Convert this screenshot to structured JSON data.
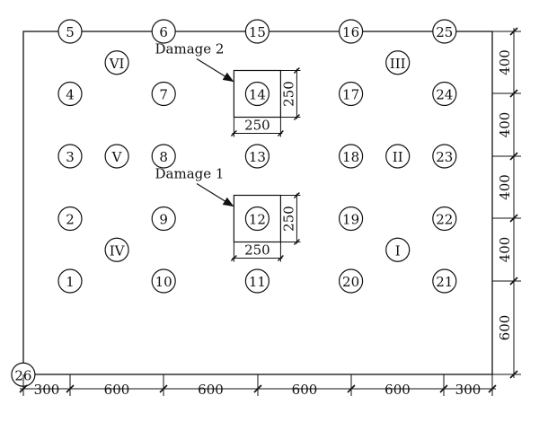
{
  "sensors": [
    {
      "label": "1",
      "col": 0,
      "row": 4
    },
    {
      "label": "2",
      "col": 0,
      "row": 3
    },
    {
      "label": "3",
      "col": 0,
      "row": 2
    },
    {
      "label": "4",
      "col": 0,
      "row": 1
    },
    {
      "label": "5",
      "col": 0,
      "row": 0
    },
    {
      "label": "6",
      "col": 1,
      "row": 0
    },
    {
      "label": "7",
      "col": 1,
      "row": 1
    },
    {
      "label": "8",
      "col": 1,
      "row": 2
    },
    {
      "label": "9",
      "col": 1,
      "row": 3
    },
    {
      "label": "10",
      "col": 1,
      "row": 4
    },
    {
      "label": "11",
      "col": 2,
      "row": 4
    },
    {
      "label": "12",
      "col": 2,
      "row": 3
    },
    {
      "label": "13",
      "col": 2,
      "row": 2
    },
    {
      "label": "14",
      "col": 2,
      "row": 1
    },
    {
      "label": "15",
      "col": 2,
      "row": 0
    },
    {
      "label": "16",
      "col": 3,
      "row": 0
    },
    {
      "label": "17",
      "col": 3,
      "row": 1
    },
    {
      "label": "18",
      "col": 3,
      "row": 2
    },
    {
      "label": "19",
      "col": 3,
      "row": 3
    },
    {
      "label": "20",
      "col": 3,
      "row": 4
    },
    {
      "label": "21",
      "col": 4,
      "row": 4
    },
    {
      "label": "22",
      "col": 4,
      "row": 3
    },
    {
      "label": "23",
      "col": 4,
      "row": 2
    },
    {
      "label": "24",
      "col": 4,
      "row": 1
    },
    {
      "label": "25",
      "col": 4,
      "row": 0
    },
    {
      "label": "26",
      "col": -0.5,
      "row": 5.5
    }
  ],
  "roman": [
    {
      "label": "I",
      "col": 3.5,
      "row": 3.5
    },
    {
      "label": "II",
      "col": 3.5,
      "row": 2
    },
    {
      "label": "III",
      "col": 3.5,
      "row": 0.5
    },
    {
      "label": "IV",
      "col": 0.5,
      "row": 3.5
    },
    {
      "label": "V",
      "col": 0.5,
      "row": 2
    },
    {
      "label": "VI",
      "col": 0.5,
      "row": 0.5
    }
  ],
  "damages": [
    {
      "label": "Damage 1",
      "sensor": "12",
      "width_label": "250",
      "height_label": "250"
    },
    {
      "label": "Damage 2",
      "sensor": "14",
      "width_label": "250",
      "height_label": "250"
    }
  ],
  "bottom_dims": [
    "300",
    "600",
    "600",
    "600",
    "600",
    "300"
  ],
  "right_dims": [
    "400",
    "400",
    "400",
    "400",
    "600"
  ]
}
